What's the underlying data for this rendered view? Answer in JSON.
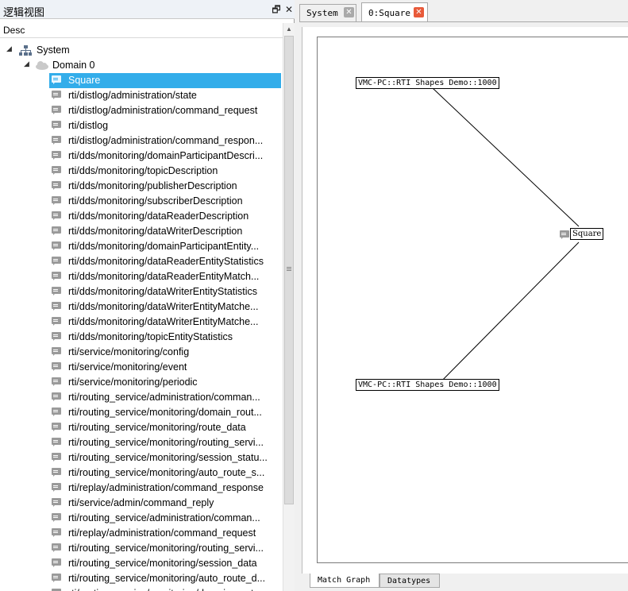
{
  "left_panel": {
    "title": "逻辑视图",
    "restore_icon": "🗗",
    "close_icon": "✕",
    "column_header": "Desc"
  },
  "tree": {
    "system_label": "System",
    "domain_label": "Domain 0",
    "topics": [
      "Square",
      "rti/distlog/administration/state",
      "rti/distlog/administration/command_request",
      "rti/distlog",
      "rti/distlog/administration/command_respon...",
      "rti/dds/monitoring/domainParticipantDescri...",
      "rti/dds/monitoring/topicDescription",
      "rti/dds/monitoring/publisherDescription",
      "rti/dds/monitoring/subscriberDescription",
      "rti/dds/monitoring/dataReaderDescription",
      "rti/dds/monitoring/dataWriterDescription",
      "rti/dds/monitoring/domainParticipantEntity...",
      "rti/dds/monitoring/dataReaderEntityStatistics",
      "rti/dds/monitoring/dataReaderEntityMatch...",
      "rti/dds/monitoring/dataWriterEntityStatistics",
      "rti/dds/monitoring/dataWriterEntityMatche...",
      "rti/dds/monitoring/dataWriterEntityMatche...",
      "rti/dds/monitoring/topicEntityStatistics",
      "rti/service/monitoring/config",
      "rti/service/monitoring/event",
      "rti/service/monitoring/periodic",
      "rti/routing_service/administration/comman...",
      "rti/routing_service/monitoring/domain_rout...",
      "rti/routing_service/monitoring/route_data",
      "rti/routing_service/monitoring/routing_servi...",
      "rti/routing_service/monitoring/session_statu...",
      "rti/routing_service/monitoring/auto_route_s...",
      "rti/replay/administration/command_response",
      "rti/service/admin/command_reply",
      "rti/routing_service/administration/comman...",
      "rti/replay/administration/command_request",
      "rti/routing_service/monitoring/routing_servi...",
      "rti/routing_service/monitoring/session_data",
      "rti/routing_service/monitoring/auto_route_d...",
      "rti/routing_service/monitoring/domain_rout..."
    ],
    "selected_index": 0
  },
  "tabs": [
    {
      "label": "System",
      "close": "✕"
    },
    {
      "label": "0:Square",
      "close": "✕"
    }
  ],
  "graph": {
    "publisher_node": "VMC-PC::RTI Shapes Demo::1000",
    "subscriber_node": "VMC-PC::RTI Shapes Demo::1000",
    "topic_node": "Square",
    "edge_color": "#000000"
  },
  "bottom_tabs": {
    "match_graph": "Match Graph",
    "datatypes": "Datatypes"
  },
  "colors": {
    "selection": "#33adea",
    "tab_close_active": "#e85a3a",
    "tab_close_inactive": "#a9a9a9"
  }
}
